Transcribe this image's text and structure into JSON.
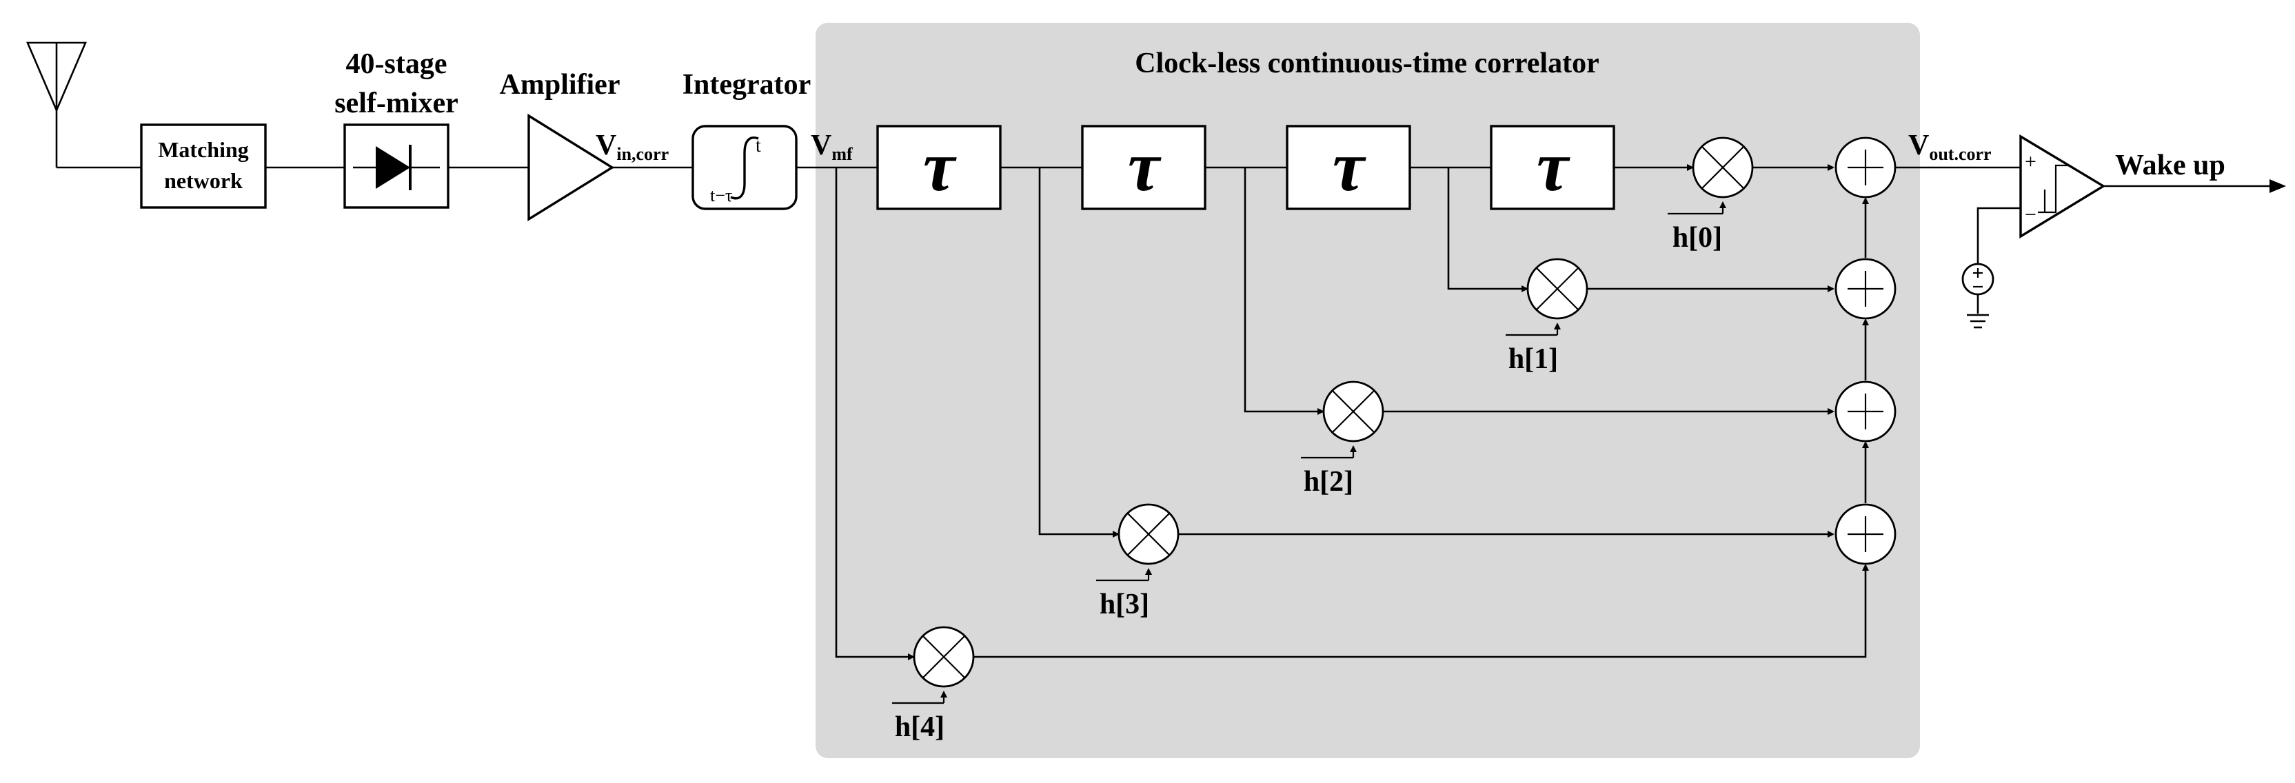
{
  "region": {
    "title": "Clock-less continuous-time correlator"
  },
  "blocks": {
    "matching": {
      "line1": "Matching",
      "line2": "network"
    },
    "mixer": {
      "line1": "40-stage",
      "line2": "self-mixer"
    },
    "amplifier": {
      "label": "Amplifier"
    },
    "integrator": {
      "label": "Integrator",
      "upper_limit": "t",
      "lower_limit": "t−τ"
    },
    "delay_symbol": "τ",
    "comparator": {
      "plus": "+",
      "minus": "−"
    }
  },
  "signals": {
    "vin": {
      "main": "V",
      "sub": "in,corr"
    },
    "vmf": {
      "main": "V",
      "sub": "mf"
    },
    "vout": {
      "main": "V",
      "sub": "out.corr"
    },
    "output": "Wake up"
  },
  "coefficients": [
    "h[0]",
    "h[1]",
    "h[2]",
    "h[3]",
    "h[4]"
  ]
}
